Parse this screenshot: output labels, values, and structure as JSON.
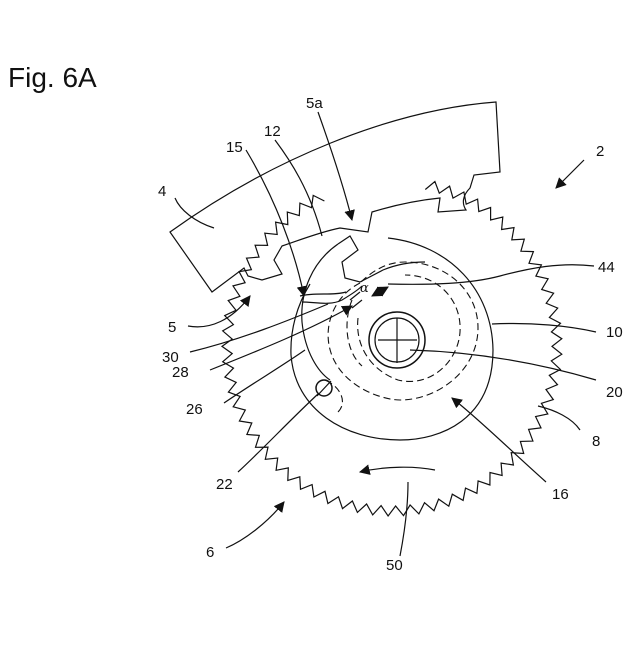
{
  "figure": {
    "title": "Fig. 6A",
    "labels": {
      "l2": "2",
      "l4": "4",
      "l5": "5",
      "l5a": "5a",
      "l6": "6",
      "l8": "8",
      "l10": "10",
      "l12": "12",
      "l15": "15",
      "l16": "16",
      "l20": "20",
      "l22": "22",
      "l26": "26",
      "l28": "28",
      "l30": "30",
      "l44": "44",
      "l50": "50",
      "alpha": "α"
    }
  }
}
